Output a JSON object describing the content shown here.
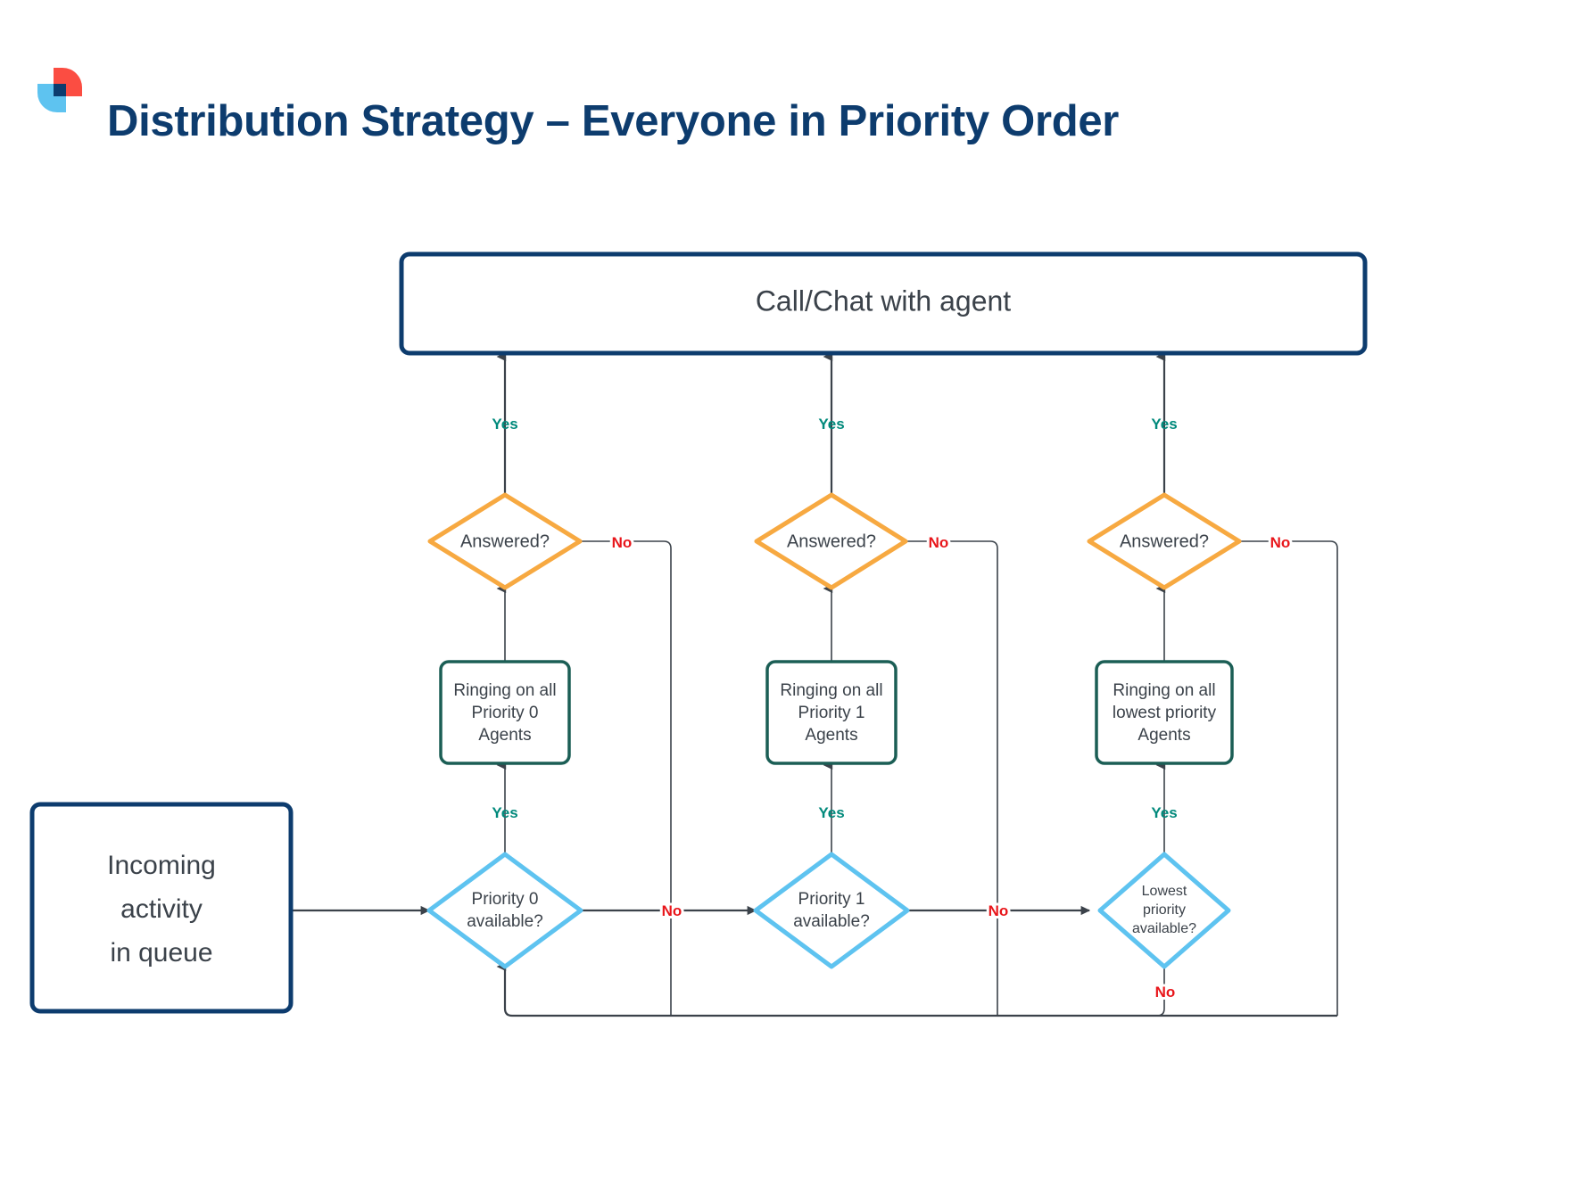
{
  "page": {
    "title": "Distribution Strategy – Everyone in Priority Order",
    "background": "#ffffff"
  },
  "logo": {
    "name": "brand-logo",
    "colors": {
      "red": "#fb4d42",
      "light_blue": "#5ec3f0",
      "navy": "#0d3c6e"
    }
  },
  "colors": {
    "navy": "#0d3c6e",
    "orange": "#f7a941",
    "teal_green": "#1b5e55",
    "light_blue": "#5ec3f0",
    "edge": "#3b424a",
    "yes_label": "#00897b",
    "no_label": "#e8161b",
    "node_text": "#3b424a"
  },
  "nodes": {
    "terminal": {
      "label": "Call/Chat with agent",
      "shape": "rounded-rect",
      "border": "#0d3c6e"
    },
    "start": {
      "lines": [
        "Incoming",
        "activity",
        "in queue"
      ],
      "shape": "rounded-rect",
      "border": "#0d3c6e"
    },
    "answered": [
      {
        "label": "Answered?",
        "shape": "diamond",
        "border": "#f7a941"
      },
      {
        "label": "Answered?",
        "shape": "diamond",
        "border": "#f7a941"
      },
      {
        "label": "Answered?",
        "shape": "diamond",
        "border": "#f7a941"
      }
    ],
    "ringing": [
      {
        "lines": [
          "Ringing on all",
          "Priority 0",
          "Agents"
        ],
        "shape": "rounded-rect",
        "border": "#1b5e55"
      },
      {
        "lines": [
          "Ringing on all",
          "Priority 1",
          "Agents"
        ],
        "shape": "rounded-rect",
        "border": "#1b5e55"
      },
      {
        "lines": [
          "Ringing on all",
          "lowest priority",
          "Agents"
        ],
        "shape": "rounded-rect",
        "border": "#1b5e55"
      }
    ],
    "available": [
      {
        "lines": [
          "Priority 0",
          "available?"
        ],
        "shape": "diamond",
        "border": "#5ec3f0"
      },
      {
        "lines": [
          "Priority 1",
          "available?"
        ],
        "shape": "diamond",
        "border": "#5ec3f0"
      },
      {
        "lines": [
          "Lowest",
          "priority",
          "available?"
        ],
        "shape": "diamond",
        "border": "#5ec3f0"
      }
    ]
  },
  "edge_labels": {
    "yes_answered": [
      "Yes",
      "Yes",
      "Yes"
    ],
    "yes_available": [
      "Yes",
      "Yes",
      "Yes"
    ],
    "no_answered": [
      "No",
      "No",
      "No"
    ],
    "no_available": [
      "No",
      "No",
      "No"
    ]
  }
}
